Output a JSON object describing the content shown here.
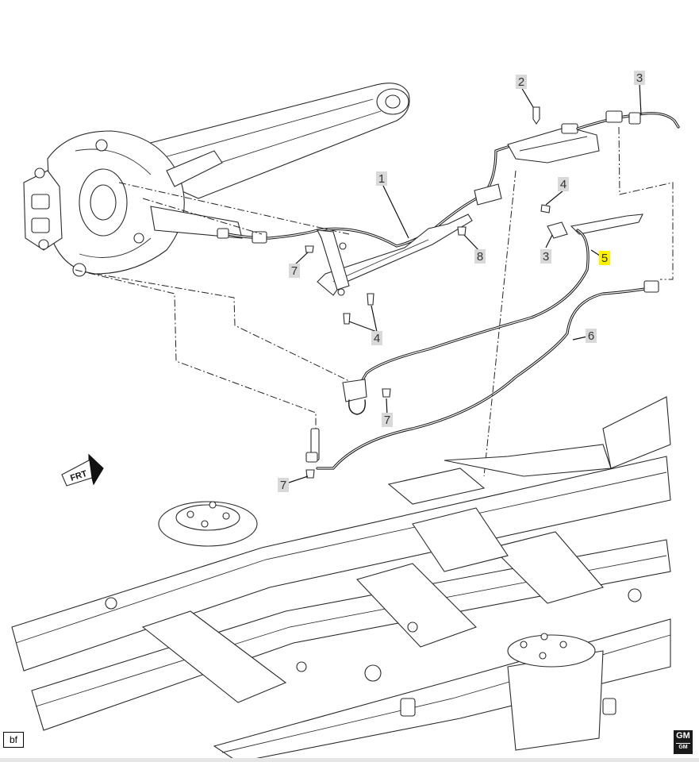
{
  "callouts": [
    {
      "id": "c1",
      "text": "1",
      "highlight": false
    },
    {
      "id": "c2",
      "text": "2",
      "highlight": false
    },
    {
      "id": "c3a",
      "text": "3",
      "highlight": false
    },
    {
      "id": "c3b",
      "text": "3",
      "highlight": false
    },
    {
      "id": "c4a",
      "text": "4",
      "highlight": false
    },
    {
      "id": "c4b",
      "text": "4",
      "highlight": false
    },
    {
      "id": "c5",
      "text": "5",
      "highlight": true
    },
    {
      "id": "c6",
      "text": "6",
      "highlight": false
    },
    {
      "id": "c7a",
      "text": "7",
      "highlight": false
    },
    {
      "id": "c7b",
      "text": "7",
      "highlight": false
    },
    {
      "id": "c7c",
      "text": "7",
      "highlight": false
    },
    {
      "id": "c8",
      "text": "8",
      "highlight": false
    }
  ],
  "front_arrow_label": "FRT",
  "image_code": "bf",
  "brand_logo": {
    "top": "GM",
    "bottom": "GM"
  },
  "colors": {
    "highlight": "#fff200",
    "callout_bg": "#d9d9d9",
    "line": "#1a1a1a"
  }
}
